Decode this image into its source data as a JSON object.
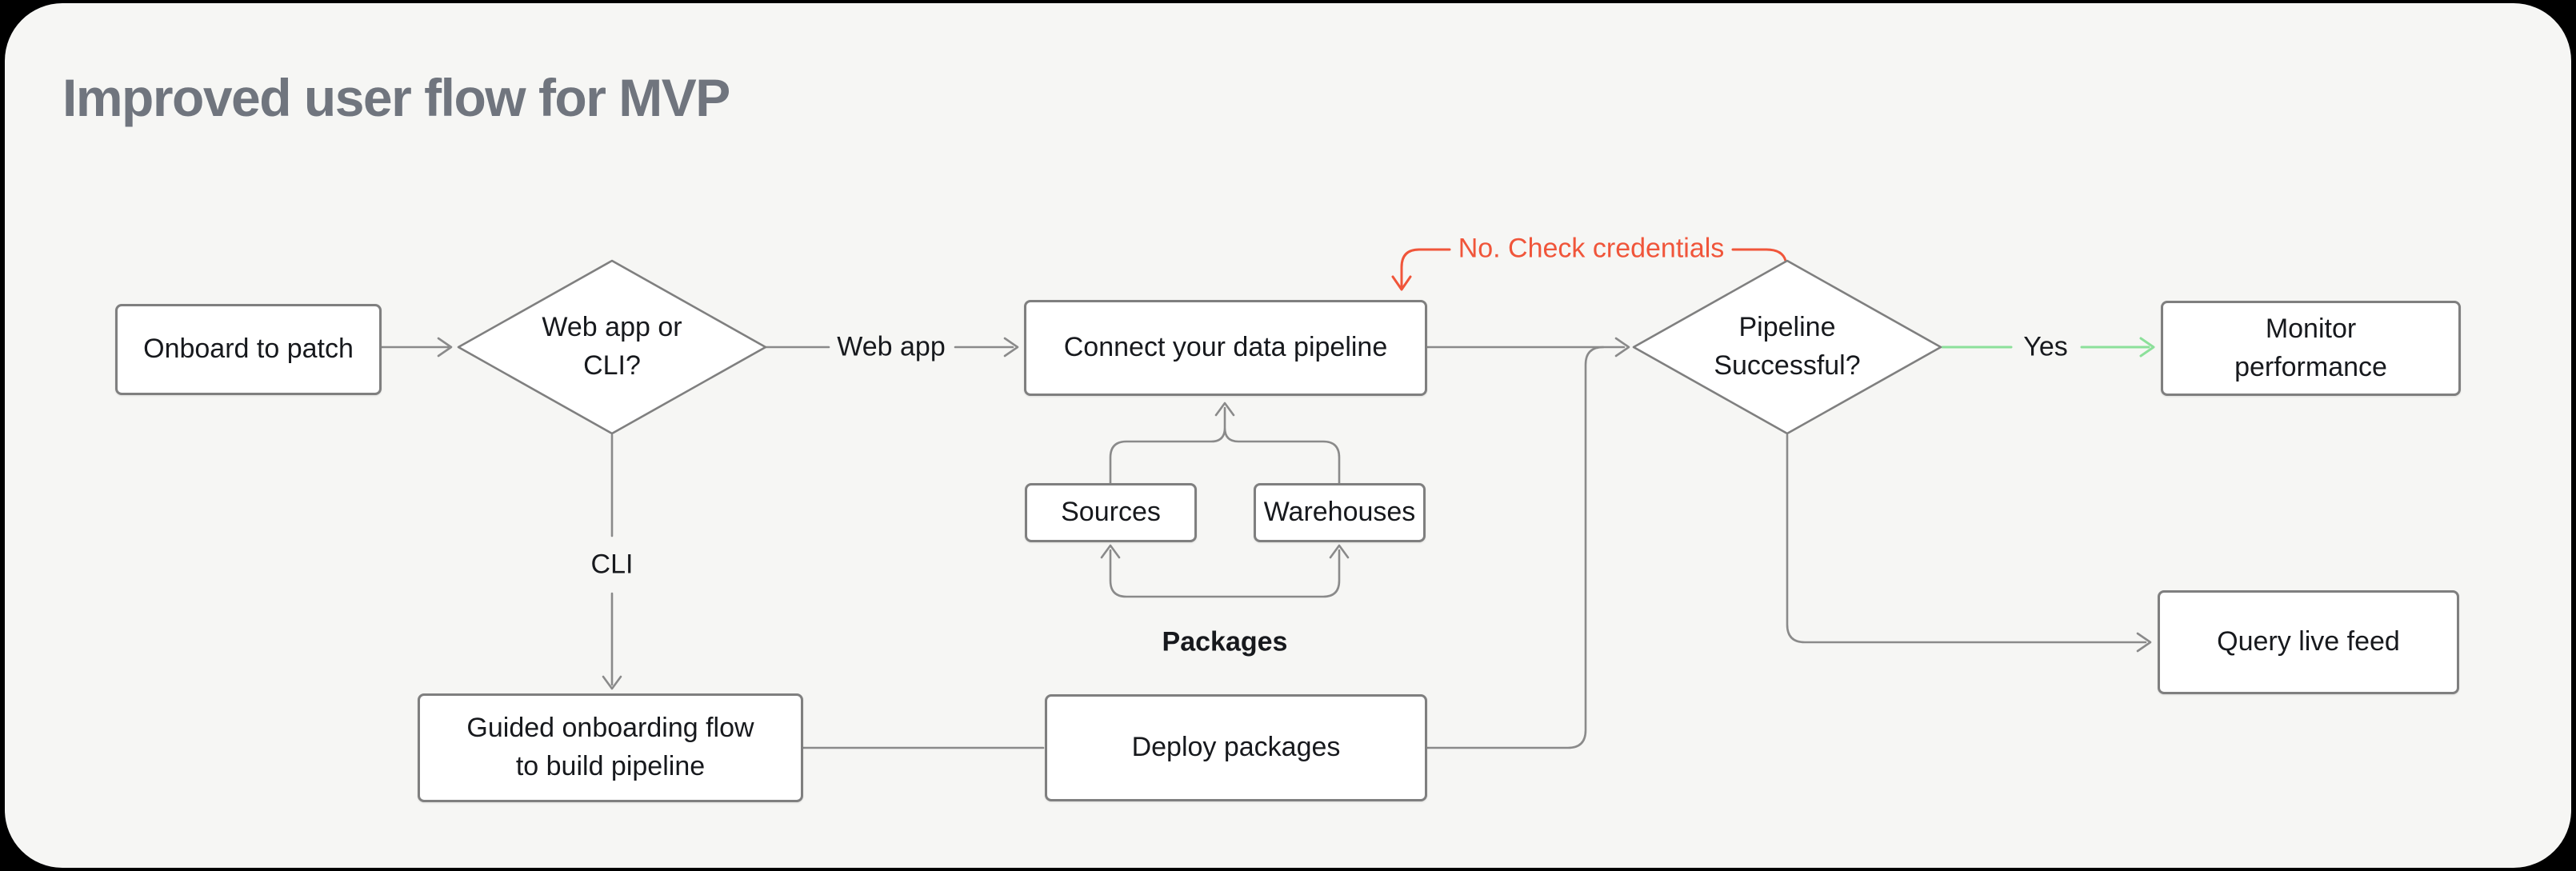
{
  "title": "Improved user flow for MVP",
  "colors": {
    "background": "#000000",
    "card": "#f6f6f4",
    "line": "#8a8a8a",
    "border": "#7f7f7f",
    "node_fill": "#ffffff",
    "text": "#17191d",
    "title": "#70757e",
    "accent_red": "#f0553a",
    "accent_green": "#8ce09a"
  },
  "nodes": {
    "onboard": {
      "label": "Onboard to patch",
      "type": "process"
    },
    "webapp_or_cli": {
      "label": "Web app or CLI?",
      "type": "decision"
    },
    "connect": {
      "label": "Connect your data pipeline",
      "type": "process"
    },
    "sources": {
      "label": "Sources",
      "type": "process"
    },
    "warehouses": {
      "label": "Warehouses",
      "type": "process"
    },
    "guided": {
      "label": "Guided onboarding flow to build pipeline",
      "type": "process"
    },
    "deploy": {
      "label": "Deploy packages",
      "type": "process"
    },
    "pipeline_successful": {
      "label": "Pipeline Successful?",
      "type": "decision"
    },
    "monitor": {
      "label": "Monitor performance",
      "type": "process"
    },
    "query": {
      "label": "Query live feed",
      "type": "process"
    }
  },
  "labels": {
    "web_app": "Web app",
    "cli": "CLI",
    "yes": "Yes",
    "packages": "Packages",
    "no_check_credentials": "No. Check credentials"
  }
}
